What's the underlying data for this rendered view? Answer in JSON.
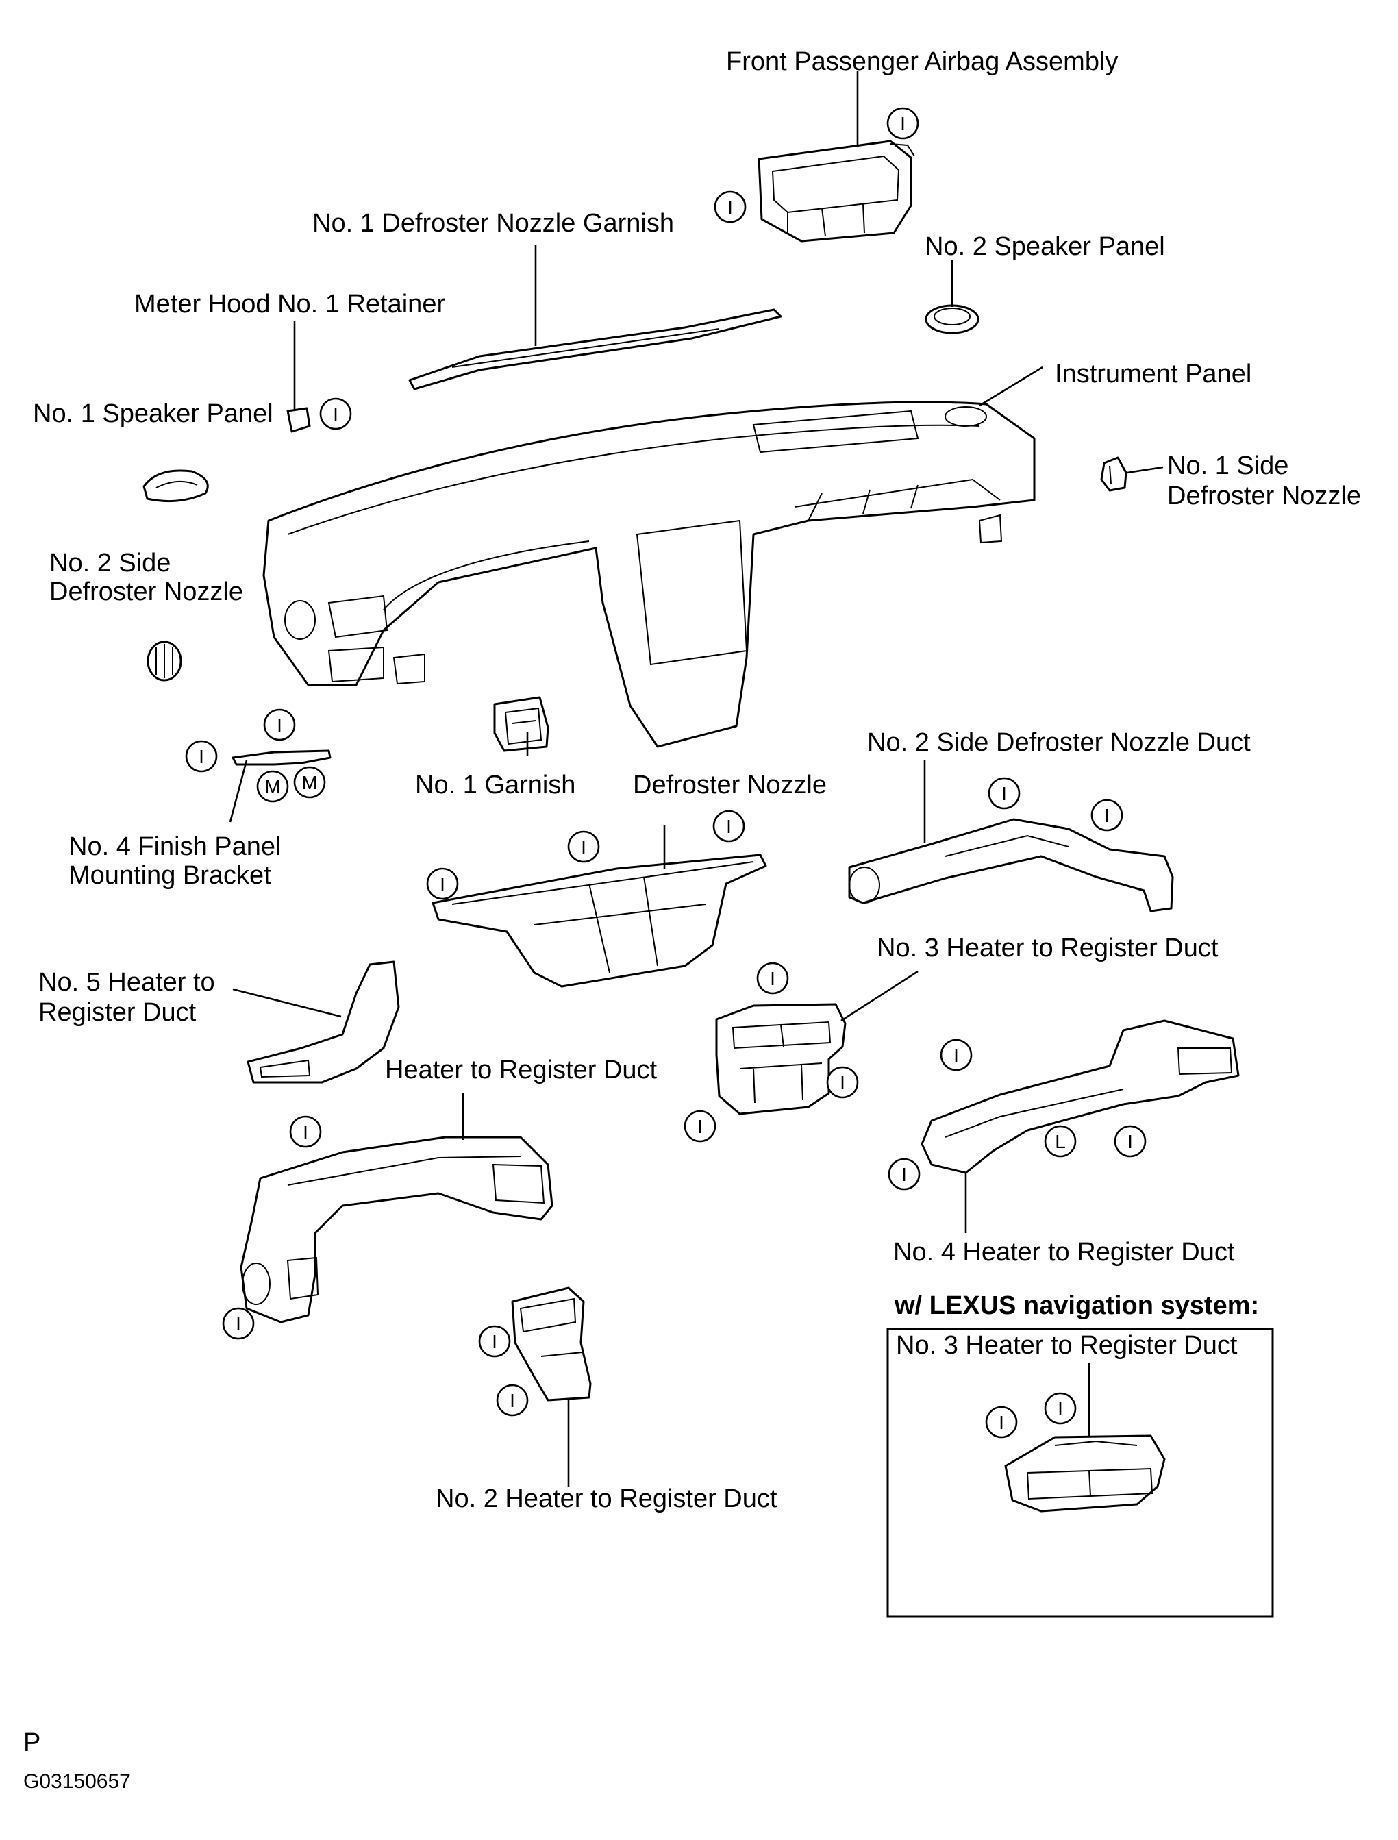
{
  "labels": {
    "front_passenger_airbag": "Front Passenger Airbag Assembly",
    "defroster_nozzle_garnish": "No. 1 Defroster Nozzle Garnish",
    "no2_speaker_panel": "No. 2 Speaker Panel",
    "meter_hood_retainer": "Meter Hood No. 1 Retainer",
    "instrument_panel": "Instrument Panel",
    "no1_speaker_panel": "No. 1 Speaker Panel",
    "no1_side_defroster_line1": "No. 1 Side",
    "no1_side_defroster_line2": "Defroster Nozzle",
    "no2_side_defroster_line1": "No. 2 Side",
    "no2_side_defroster_line2": "Defroster Nozzle",
    "no1_garnish": "No. 1 Garnish",
    "defroster_nozzle": "Defroster Nozzle",
    "no2_side_defroster_duct": "No. 2 Side Defroster Nozzle Duct",
    "finish_panel_bracket_line1": "No. 4 Finish Panel",
    "finish_panel_bracket_line2": "Mounting Bracket",
    "no3_heater_duct": "No. 3 Heater to Register Duct",
    "no5_heater_duct_line1": "No. 5 Heater to",
    "no5_heater_duct_line2": "Register Duct",
    "heater_register_duct": "Heater to Register Duct",
    "no4_heater_duct": "No. 4 Heater to Register Duct",
    "no2_heater_duct": "No. 2 Heater to Register Duct",
    "nav_heading": "w/ LEXUS navigation system:",
    "nav_no3_heater_duct": "No. 3 Heater to Register Duct",
    "page_mark": "P",
    "figure_code": "G03150657"
  },
  "markers": {
    "i": "I",
    "m": "M",
    "l": "L"
  },
  "colors": {
    "line": "#000000",
    "background": "#ffffff"
  }
}
